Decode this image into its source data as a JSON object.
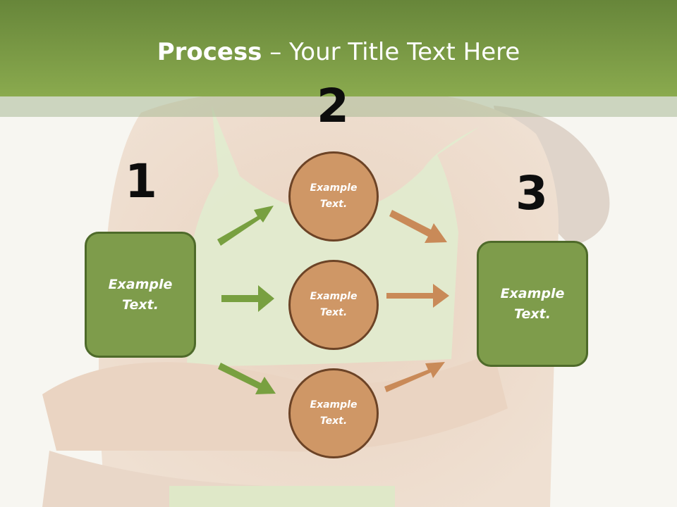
{
  "title": {
    "bold": "Process",
    "rest": " – Your Title Text Here"
  },
  "steps": {
    "step1_number": "1",
    "step2_number": "2",
    "step3_number": "3"
  },
  "left_box": {
    "label": "Example Text."
  },
  "right_box": {
    "label": "Example Text."
  },
  "circles": [
    {
      "label": "Example Text."
    },
    {
      "label": "Example Text."
    },
    {
      "label": "Example Text."
    }
  ],
  "colors": {
    "header_green": "#7a9a45",
    "box_green": "#7e9c4b",
    "circle_tan": "#cf9766",
    "arrow_green": "#78a040",
    "arrow_tan": "#c98a58"
  }
}
